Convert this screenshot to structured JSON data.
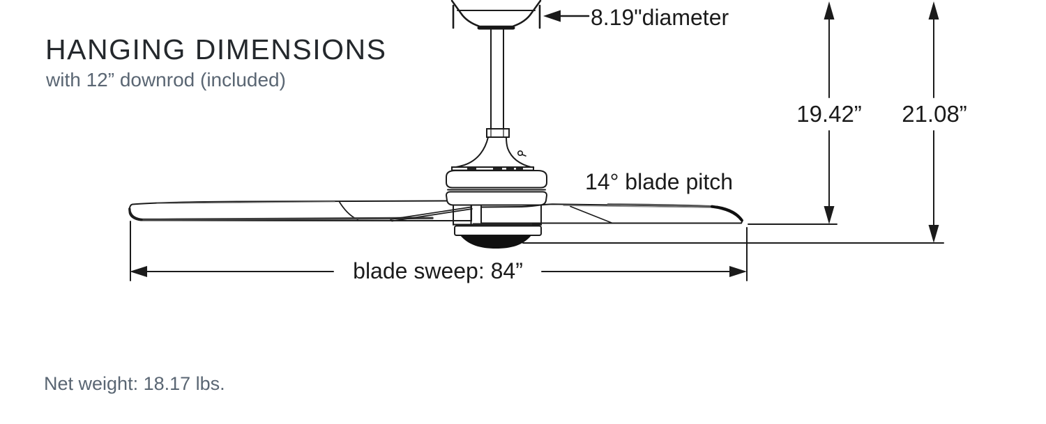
{
  "header": {
    "title": "HANGING DIMENSIONS",
    "subtitle": "with 12” downrod (included)"
  },
  "annotations": {
    "canopy_diameter": "8.19\"diameter",
    "height_to_blades": "19.42”",
    "overall_height": "21.08”",
    "blade_pitch": "14° blade pitch",
    "blade_sweep": "blade sweep: 84”"
  },
  "footer": {
    "net_weight": "Net weight: 18.17 lbs."
  },
  "colors": {
    "text_primary": "#24282c",
    "text_secondary": "#5a6673",
    "line_art": "#1b1b1b",
    "background": "#ffffff"
  }
}
